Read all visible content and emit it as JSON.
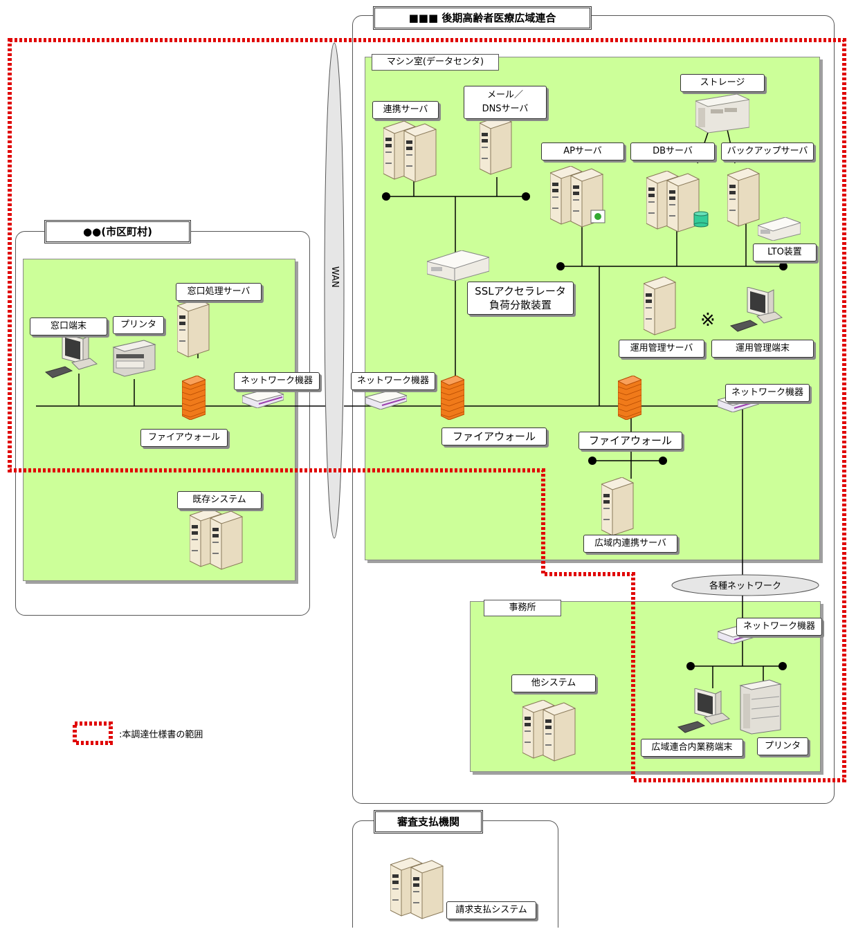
{
  "regions": {
    "union": "■■■ 後期高齢者医療広域連合",
    "municipality": "●●(市区町村)",
    "review": "審査支払機関"
  },
  "zones": {
    "machine_room": "マシン室(データセンタ)",
    "office": "事務所"
  },
  "labels": {
    "wan": "WAN",
    "renkei_server": "連携サーバ",
    "mail_dns_server_line1": "メール／",
    "mail_dns_server_line2": "DNSサーバ",
    "storage": "ストレージ",
    "ap_server": "APサーバ",
    "db_server": "DBサーバ",
    "backup_server": "バックアップサーバ",
    "lto": "LTO装置",
    "ssl_line1": "SSLアクセラレータ",
    "ssl_line2": "負荷分散装置",
    "ops_server": "運用管理サーバ",
    "ops_terminal": "運用管理端末",
    "asterisk": "※",
    "net_union_left": "ネットワーク機器",
    "net_union_right": "ネットワーク機器",
    "fw_union_center": "ファイアウォール",
    "fw_union_right": "ファイアウォール",
    "regional_server": "広域内連携サーバ",
    "various_networks": "各種ネットワーク",
    "net_office": "ネットワーク機器",
    "other_system": "他システム",
    "union_terminal": "広域連合内業務端末",
    "office_printer": "プリンタ",
    "window_server": "窓口処理サーバ",
    "window_terminal": "窓口端末",
    "muni_printer": "プリンタ",
    "net_muni": "ネットワーク機器",
    "fw_muni": "ファイアウォール",
    "existing_system": "既存システム",
    "billing_system": "請求支払システム"
  },
  "legend": {
    "text": ":本調達仕様書の範囲",
    "color": "#e00000"
  },
  "colors": {
    "zone": "#ccff99",
    "scope": "#e00000"
  }
}
